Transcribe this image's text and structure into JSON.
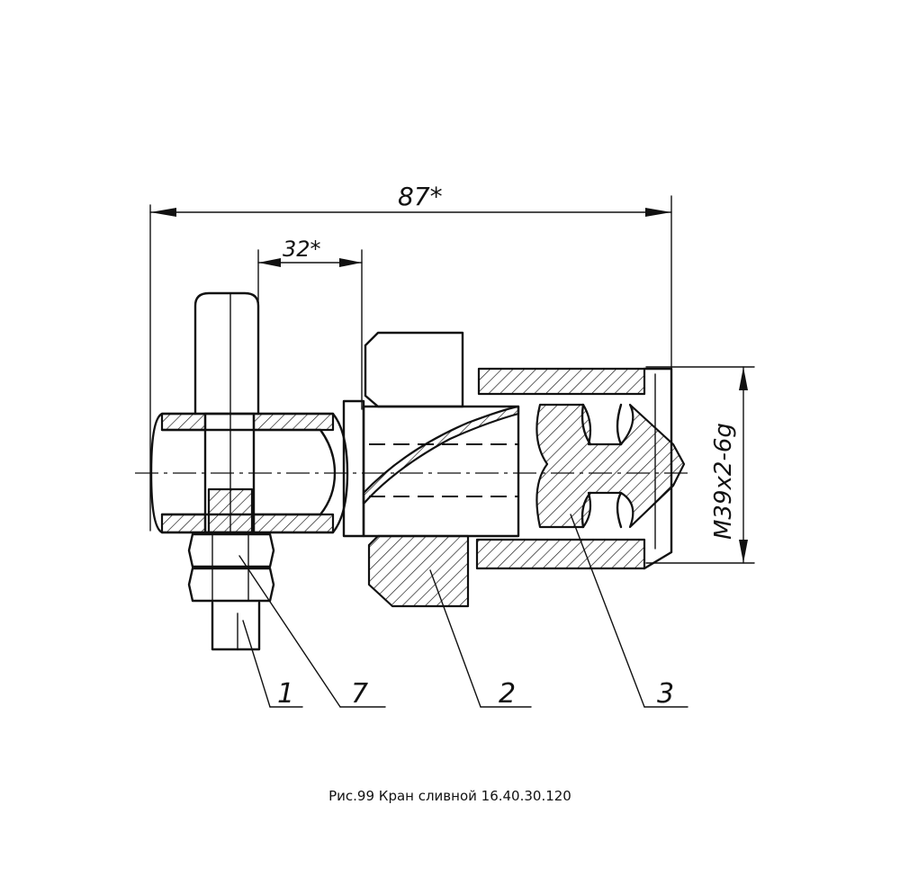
{
  "dimensions": {
    "overall_length": "87*",
    "stud_offset": "32*",
    "thread_size": "M39x2-6g"
  },
  "callouts": [
    "1",
    "7",
    "2",
    "3"
  ],
  "caption": "Рис.99 Кран сливной 16.40.30.120"
}
